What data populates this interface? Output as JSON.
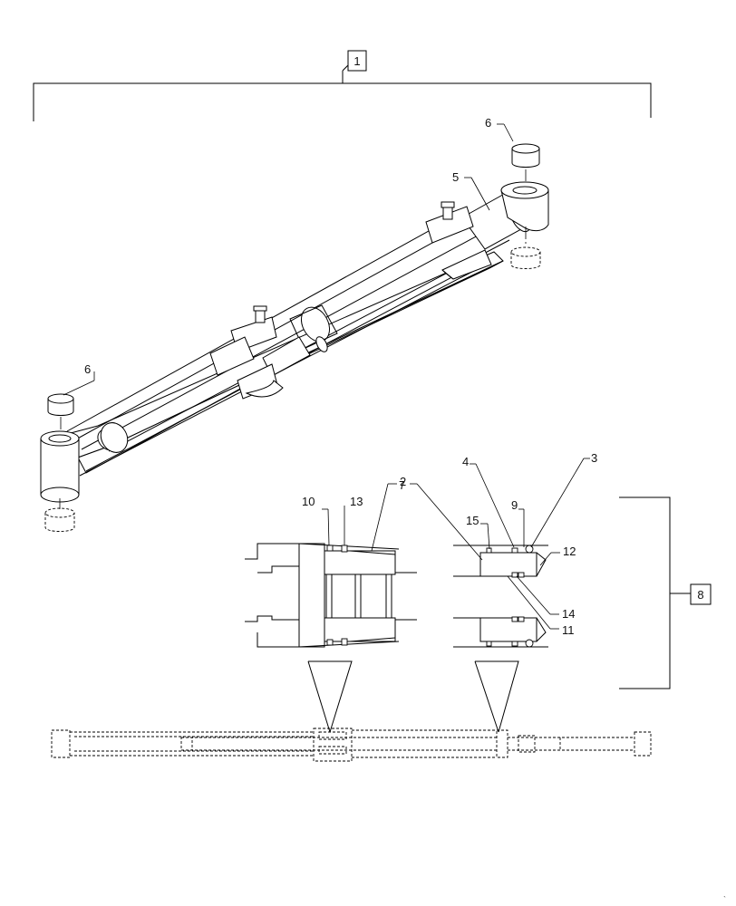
{
  "callouts": {
    "c1": "1",
    "c2": "2",
    "c3": "3",
    "c4": "4",
    "c5": "5",
    "c6a": "6",
    "c6b": "6",
    "c7": "7",
    "c8": "8",
    "c9": "9",
    "c10": "10",
    "c11": "11",
    "c12": "12",
    "c13": "13",
    "c14": "14",
    "c15": "15"
  },
  "corner_mark": "`"
}
